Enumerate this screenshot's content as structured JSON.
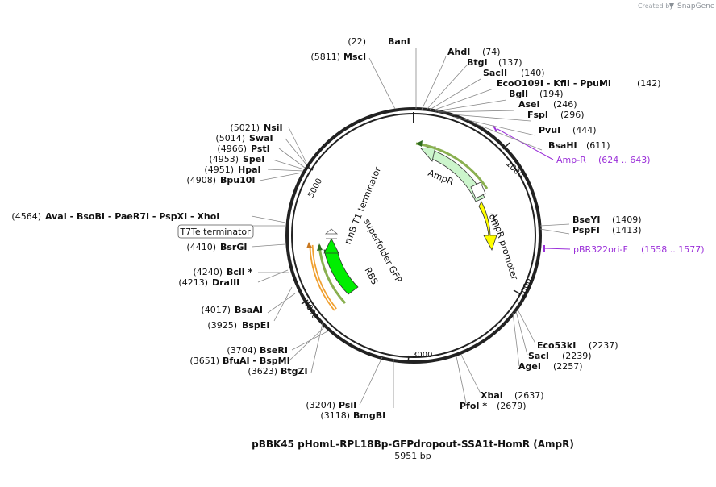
{
  "credit": {
    "created_by": "Created by",
    "brand": "SnapGene"
  },
  "plasmid": {
    "name": "pBBK45 pHomL-RPL18Bp-GFPdropout-SSA1t-HomR (AmpR)",
    "length": "5951 bp"
  },
  "ticks": [
    "1000",
    "2000",
    "3000",
    "4000",
    "5000"
  ],
  "sites": [
    {
      "pos": "(22)",
      "name": "BanI"
    },
    {
      "pos": "(5811)",
      "name": "MscI"
    },
    {
      "pos": "(74)",
      "name": "AhdI"
    },
    {
      "pos": "(137)",
      "name": "BtgI"
    },
    {
      "pos": "(140)",
      "name": "SacII"
    },
    {
      "pos": "(142)",
      "name": "EcoO109I  - KflI  - PpuMI"
    },
    {
      "pos": "(194)",
      "name": "BglI"
    },
    {
      "pos": "(246)",
      "name": "AseI"
    },
    {
      "pos": "(296)",
      "name": "FspI"
    },
    {
      "pos": "(444)",
      "name": "PvuI"
    },
    {
      "pos": "(611)",
      "name": "BsaHI"
    },
    {
      "pos": "(1409)",
      "name": "BseYI"
    },
    {
      "pos": "(1413)",
      "name": "PspFI"
    },
    {
      "pos": "(2237)",
      "name": "Eco53kI"
    },
    {
      "pos": "(2239)",
      "name": "SacI"
    },
    {
      "pos": "(2257)",
      "name": "AgeI"
    },
    {
      "pos": "(2637)",
      "name": "XbaI"
    },
    {
      "pos": "(2679)",
      "name": "PfoI *"
    },
    {
      "pos": "(3204)",
      "name": "PsiI"
    },
    {
      "pos": "(3118)",
      "name": "BmgBI"
    },
    {
      "pos": "(3704)",
      "name": "BseRI"
    },
    {
      "pos": "(3651)",
      "name": "BfuAI  - BspMI"
    },
    {
      "pos": "(3623)",
      "name": "BtgZI"
    },
    {
      "pos": "(4017)",
      "name": "BsaAI"
    },
    {
      "pos": "(3925)",
      "name": "BspEI"
    },
    {
      "pos": "(4240)",
      "name": "BclI *"
    },
    {
      "pos": "(4213)",
      "name": "DraIII"
    },
    {
      "pos": "(4410)",
      "name": "BsrGI"
    },
    {
      "pos": "(4564)",
      "name": "AvaI  - BsoBI  - PaeR7I  - PspXI  - XhoI"
    },
    {
      "pos": "(5021)",
      "name": "NsiI"
    },
    {
      "pos": "(5014)",
      "name": "SwaI"
    },
    {
      "pos": "(4966)",
      "name": "PstI"
    },
    {
      "pos": "(4953)",
      "name": "SpeI"
    },
    {
      "pos": "(4951)",
      "name": "HpaI"
    },
    {
      "pos": "(4908)",
      "name": "Bpu10I"
    }
  ],
  "boxed_feature": "T7Te terminator",
  "primers": [
    {
      "name": "Amp-R",
      "range": "(624 .. 643)"
    },
    {
      "name": "pBR322ori-F",
      "range": "(1558 .. 1577)"
    }
  ],
  "features": [
    "AmpR",
    "AmpR promoter",
    "ori",
    "rrnB T1 terminator",
    "superfolder GFP",
    "RBS"
  ],
  "colors": {
    "backbone": "#222222",
    "ampr": "#ccf5cc",
    "ori": "#ffff00",
    "gfp": "#00ee00",
    "primer": "#9b30d9",
    "terminator_outline": "#f0a030"
  }
}
